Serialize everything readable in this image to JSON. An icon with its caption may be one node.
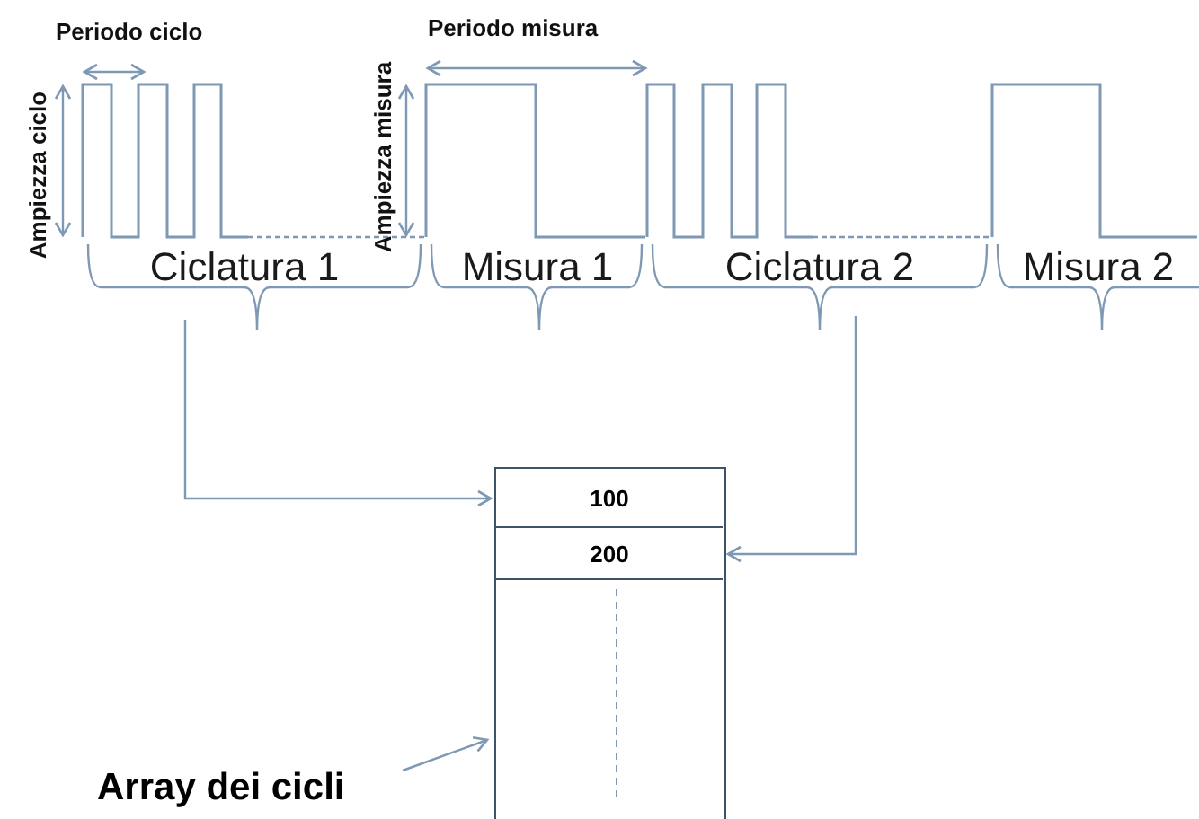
{
  "diagram": {
    "nodes": [
      {
        "text": [
          "Ciclatura 1"
        ]
      },
      {
        "text": [
          "Misura 1"
        ]
      },
      {
        "text": [
          "Ciclatura 2"
        ]
      },
      {
        "text": [
          "Misura 2"
        ]
      },
      {
        "text": [],
        "shape": "box"
      },
      {
        "text": [
          "100"
        ],
        "in": 4
      },
      {
        "text": [
          "200"
        ],
        "in": 4
      },
      {
        "text": [
          "Array dei cicli"
        ]
      }
    ],
    "edges": [
      {
        "from": 0,
        "to": 5,
        "arrow": "to"
      },
      {
        "from": 2,
        "to": 6,
        "arrow": "to"
      },
      {
        "from": 7,
        "to": 4,
        "arrow": "to"
      }
    ],
    "labels": [
      "Periodo ciclo",
      "Ampiezza ciclo",
      "Periodo misura",
      "Ampiezza misura"
    ]
  }
}
